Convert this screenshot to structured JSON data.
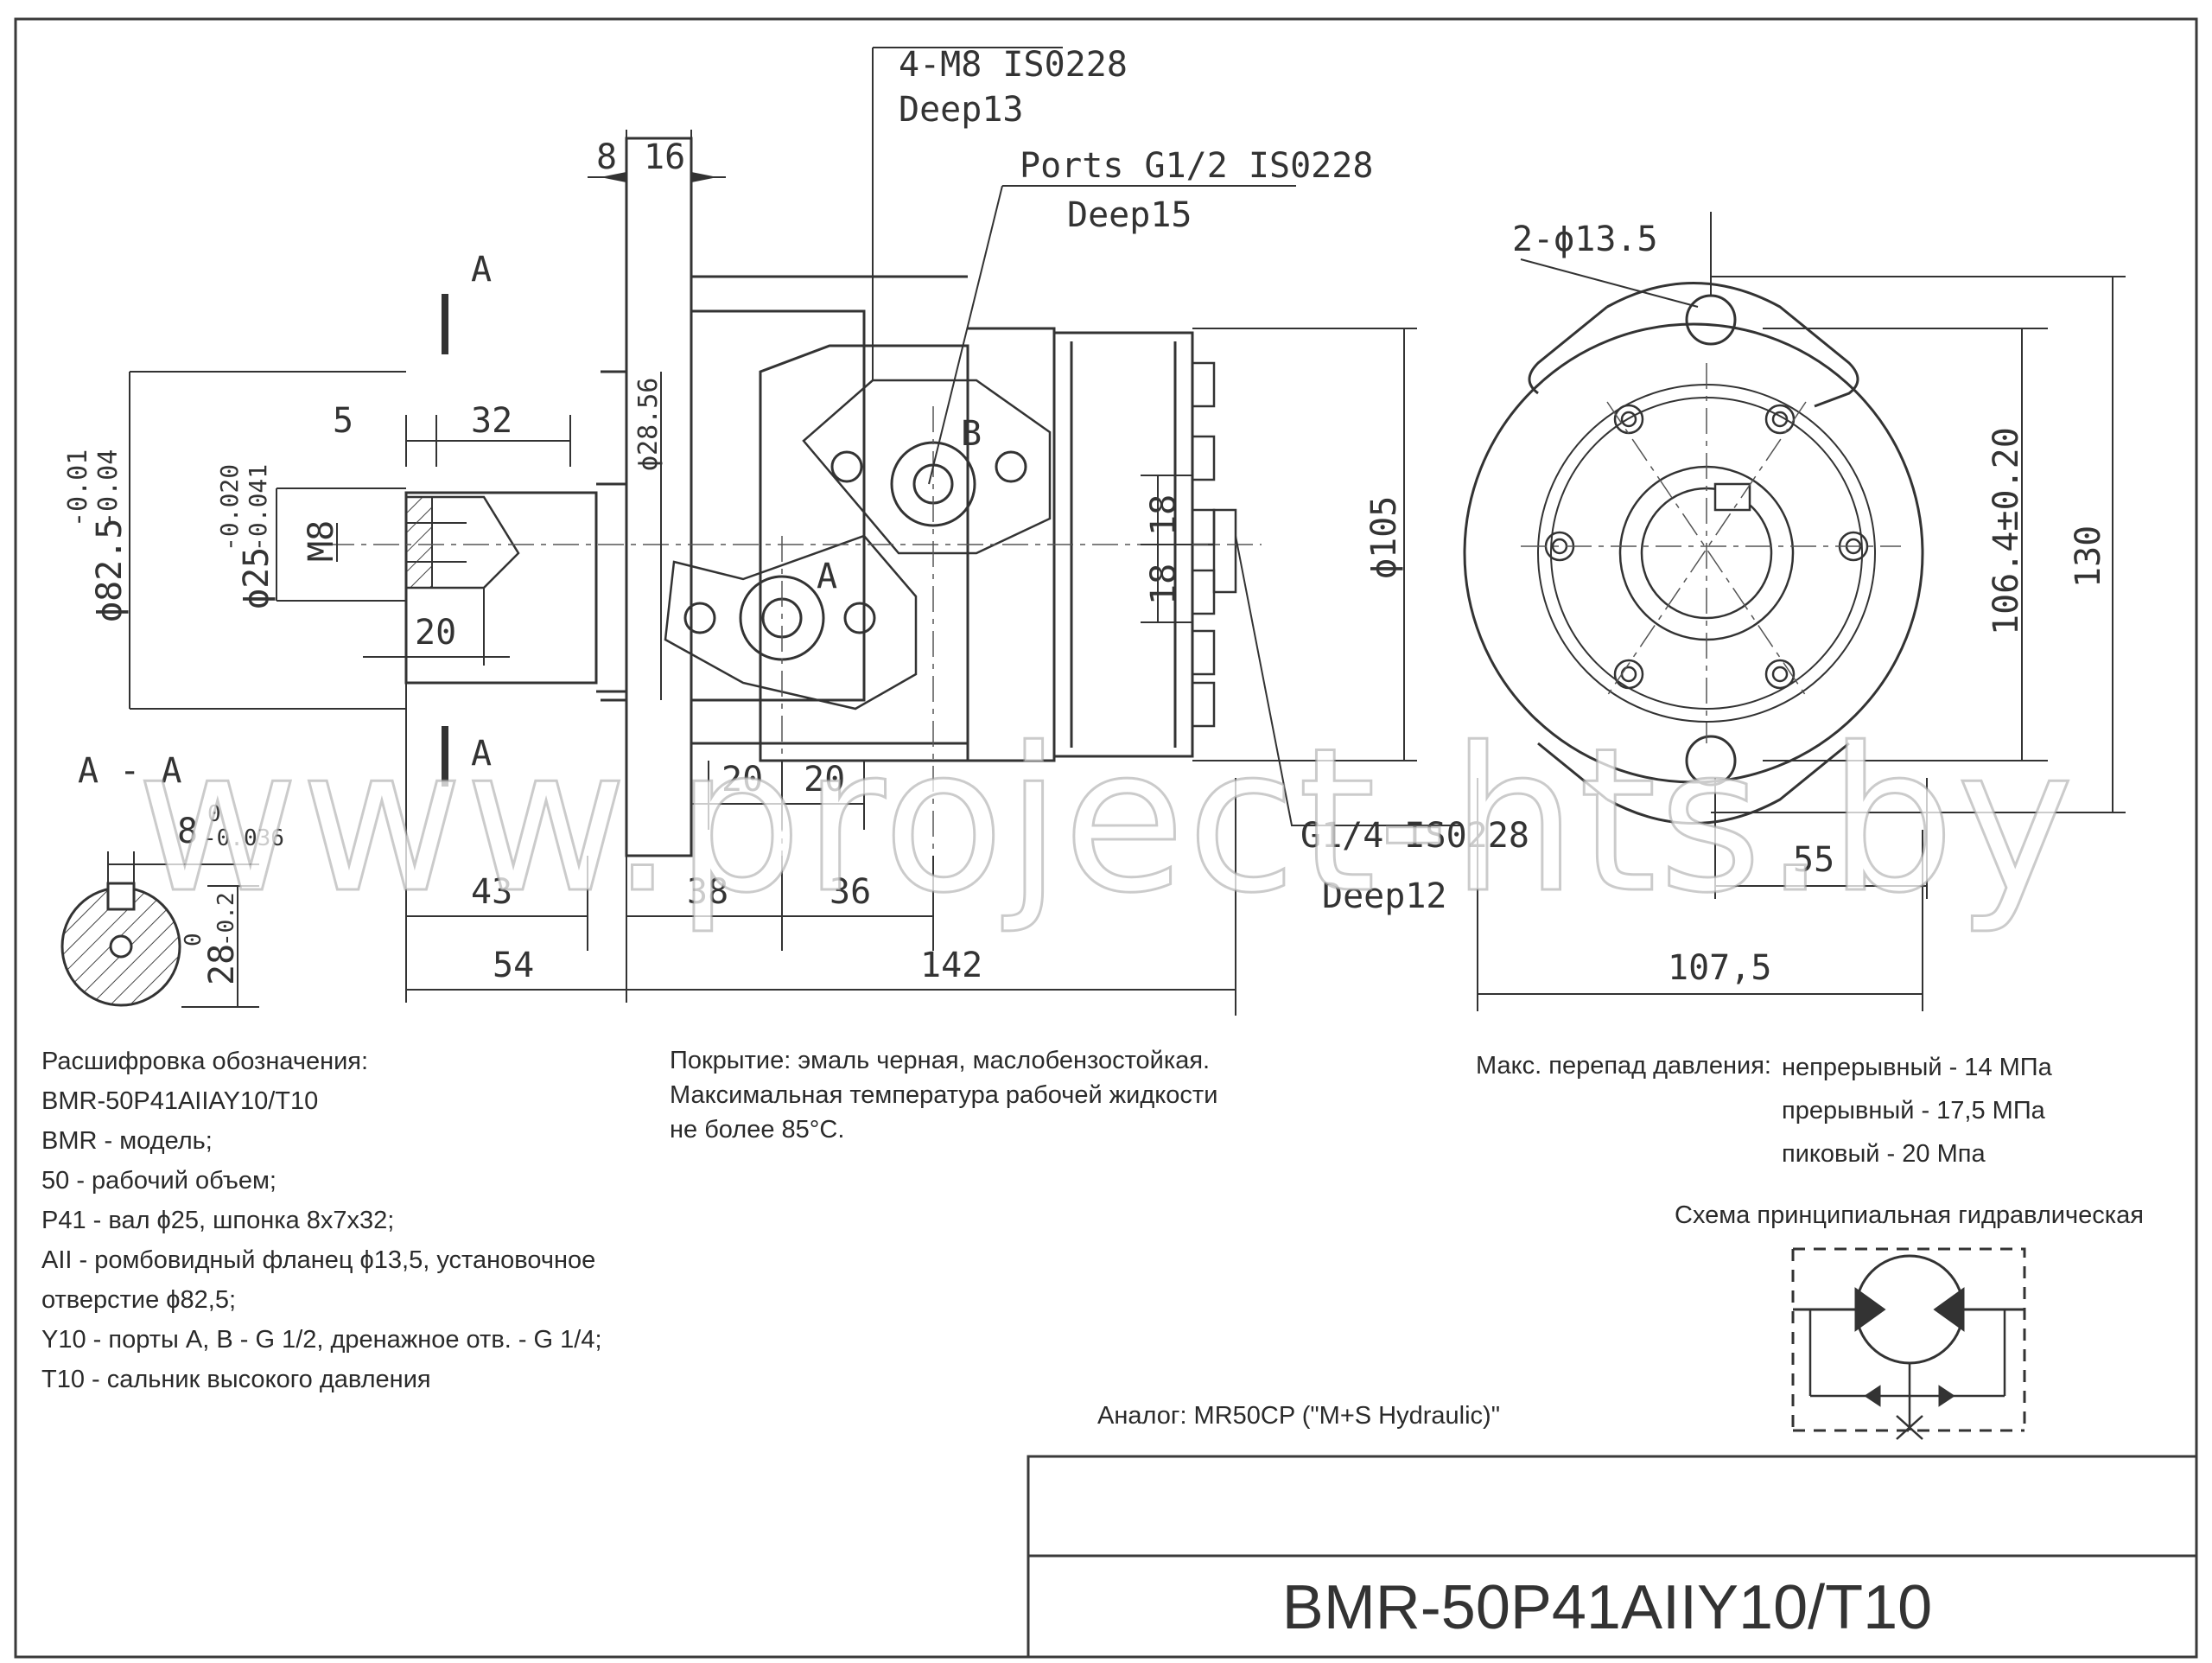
{
  "drawing": {
    "side_view": {
      "callout_mount": "4-M8 IS0228",
      "callout_mount_depth": "Deep13",
      "callout_ports": "Ports G1/2 IS0228",
      "callout_ports_depth": "Deep15",
      "callout_drain": "G1/4 IS0228",
      "callout_drain_depth": "Deep12",
      "section_mark": "A",
      "port_a": "A",
      "port_b": "B",
      "dims": {
        "flange_8": "8",
        "flange_16": "16",
        "key_5": "5",
        "key_32": "32",
        "thread_m8": "M8",
        "shaft_20": "20",
        "d_28_56": "ϕ28.56",
        "d_82_5": "ϕ82.5",
        "d_82_5_tol_up": "-0.01",
        "d_82_5_tol_lo": "-0.04",
        "d_25": "ϕ25",
        "d_25_tol_up": "-0.020",
        "d_25_tol_lo": "-0.041",
        "port_18_upper": "18",
        "port_18_lower": "18",
        "d_105": "ϕ105",
        "port_20_left": "20",
        "port_20_right": "20",
        "len_43": "43",
        "len_38": "38",
        "len_36": "36",
        "len_54": "54",
        "len_142": "142"
      }
    },
    "section": {
      "label": "A - A",
      "key_width": "8",
      "key_width_tol_up": "0",
      "key_width_tol_lo": "-0.036",
      "key_height": "28",
      "key_height_tol_up": "0",
      "key_height_tol_lo": "-0.2"
    },
    "front_view": {
      "holes": "2-ϕ13.5",
      "dim_106": "106.4±0.20",
      "dim_130": "130",
      "dim_55": "55",
      "dim_107_5": "107,5"
    }
  },
  "notes": {
    "decoding": [
      "Расшифровка обозначения:",
      "BMR-50P41AIIAY10/T10",
      "BMR - модель;",
      "50 - рабочий объем;",
      "P41 - вал ϕ25, шпонка 8x7x32;",
      "AII - ромбовидный фланец ϕ13,5, установочное",
      "отверстие ϕ82,5;",
      "Y10 - порты A, B - G 1/2, дренажное отв. - G 1/4;",
      "T10 - сальник высокого давления"
    ],
    "coating": [
      "Покрытие: эмаль черная, маслобензостойкая.",
      "Максимальная температура рабочей жидкости",
      "не более 85°С."
    ],
    "pressure_label": "Макс. перепад давления:",
    "pressure": [
      "непрерывный - 14 МПа",
      "прерывный - 17,5 МПа",
      "пиковый - 20 Мпа"
    ],
    "schematic_title": "Схема принципиальная гидравлическая",
    "analog": "Аналог: MR50CP (\"M+S Hydraulic)\""
  },
  "title_block": {
    "designation": "BMR-50P41AIIY10/T10"
  },
  "watermark": "www.project-hts.by"
}
